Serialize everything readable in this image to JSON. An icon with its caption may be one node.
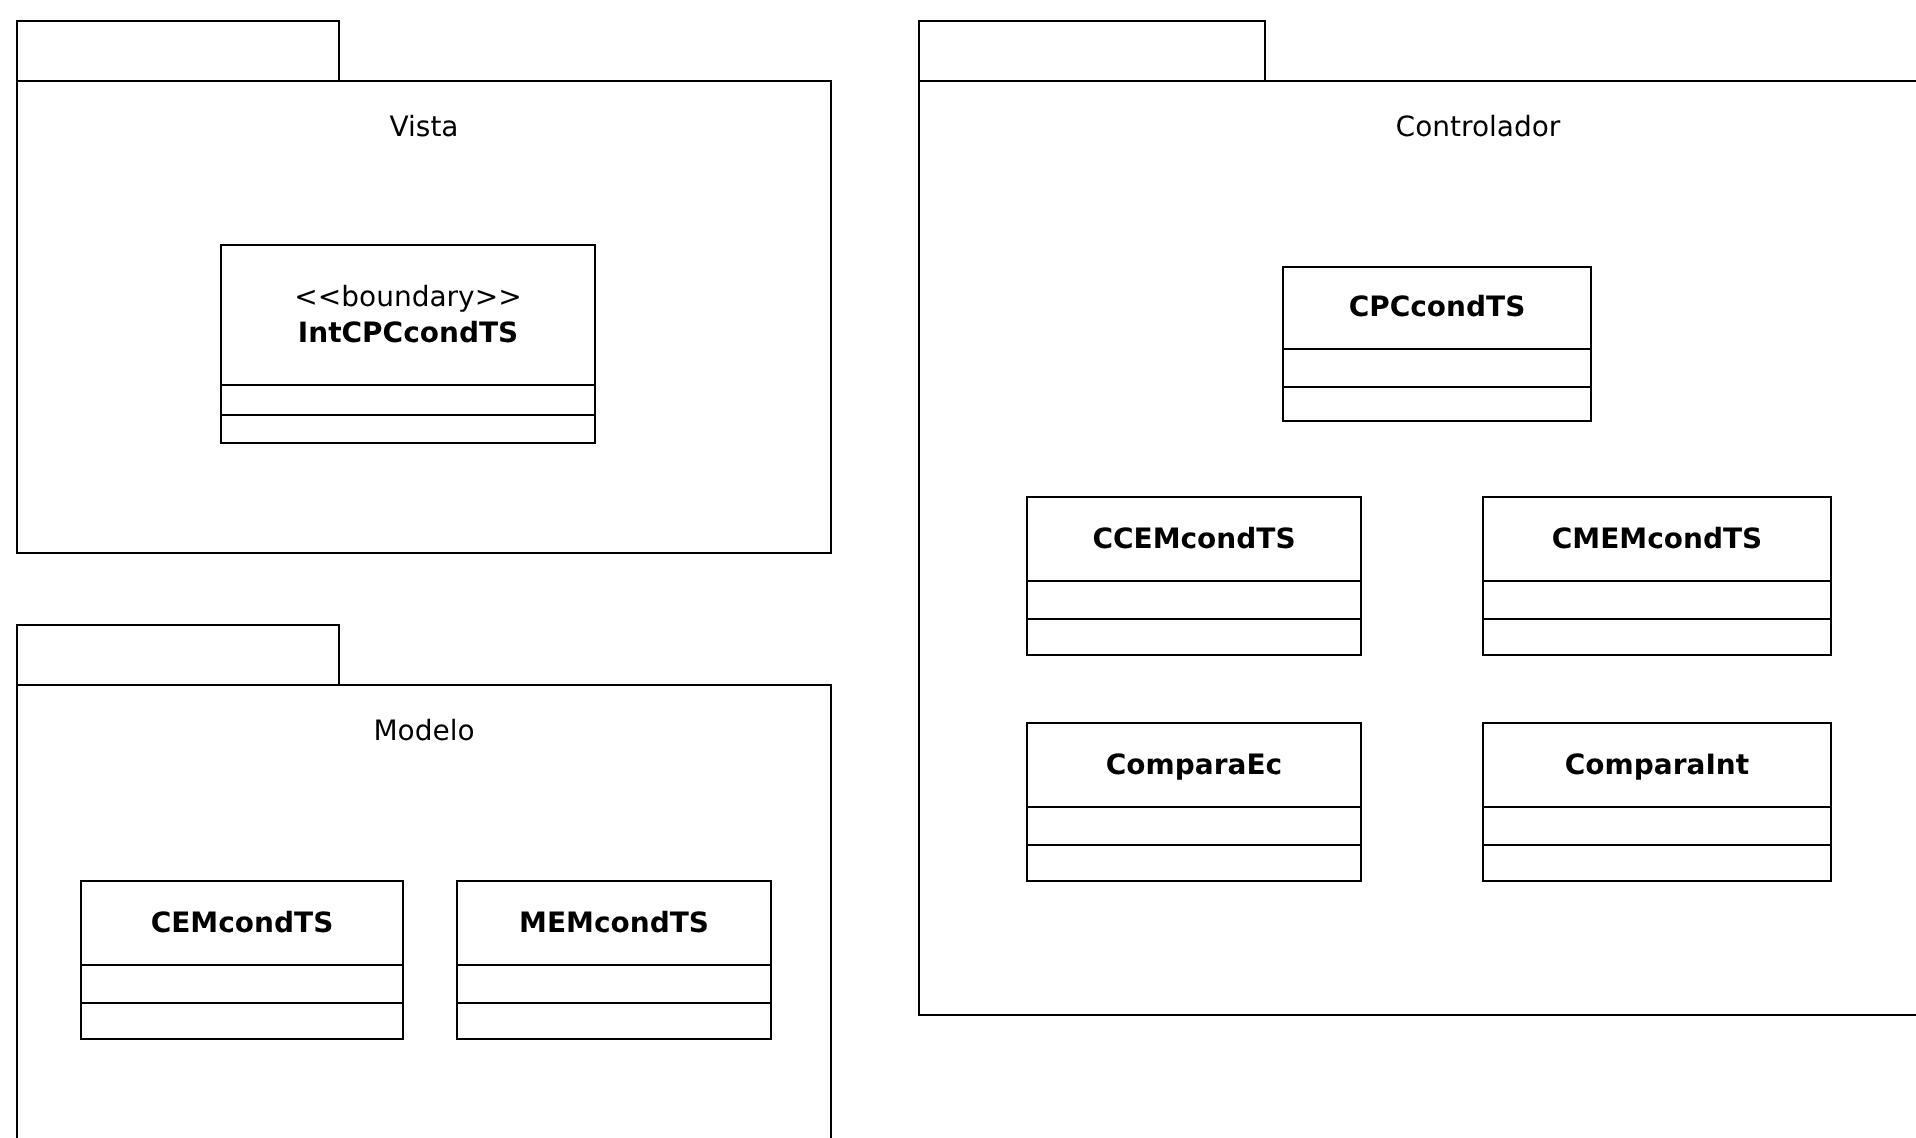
{
  "diagram": {
    "nodes": [
      {
        "text": [
          "Vista"
        ]
      },
      {
        "text": [
          "<<boundary>>",
          "IntCPCcondTS"
        ],
        "in": 0
      },
      {
        "text": [
          "Controlador"
        ]
      },
      {
        "text": [
          "CPCcondTS"
        ],
        "in": 2
      },
      {
        "text": [
          "CCEMcondTS"
        ],
        "in": 2
      },
      {
        "text": [
          "CMEMcondTS"
        ],
        "in": 2
      },
      {
        "text": [
          "ComparaEc"
        ],
        "in": 2
      },
      {
        "text": [
          "ComparaInt"
        ],
        "in": 2
      },
      {
        "text": [
          "Modelo"
        ]
      },
      {
        "text": [
          "CEMcondTS"
        ],
        "in": 8
      },
      {
        "text": [
          "MEMcondTS"
        ],
        "in": 8
      }
    ]
  }
}
